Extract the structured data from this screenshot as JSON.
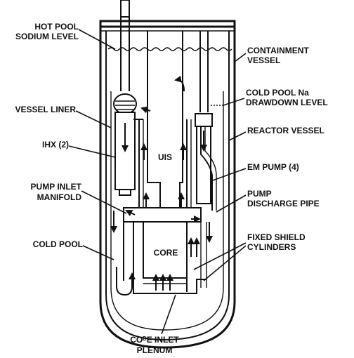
{
  "labels": {
    "hot_pool": [
      "HOT POOL",
      "SODIUM LEVEL"
    ],
    "vessel_liner": "VESSEL LINER",
    "ihx": "IHX (2)",
    "pump_inlet_manifold": [
      "PUMP INLET",
      "MANIFOLD"
    ],
    "cold_pool": "COLD POOL",
    "containment_vessel": [
      "CONTAINMENT",
      "VESSEL"
    ],
    "cold_pool_drawdown": [
      "COLD POOL Na",
      "DRAWDOWN LEVEL"
    ],
    "reactor_vessel": "REACTOR VESSEL",
    "em_pump": "EM PUMP (4)",
    "pump_discharge_pipe": [
      "PUMP",
      "DISCHARGE PIPE"
    ],
    "fixed_shield_cylinders": [
      "FIXED SHIELD",
      "CYLINDERS"
    ],
    "core_inlet_plenum": [
      "COᴰE INLET",
      "PLENUM"
    ],
    "uis": "UIS",
    "core": "CORE"
  }
}
